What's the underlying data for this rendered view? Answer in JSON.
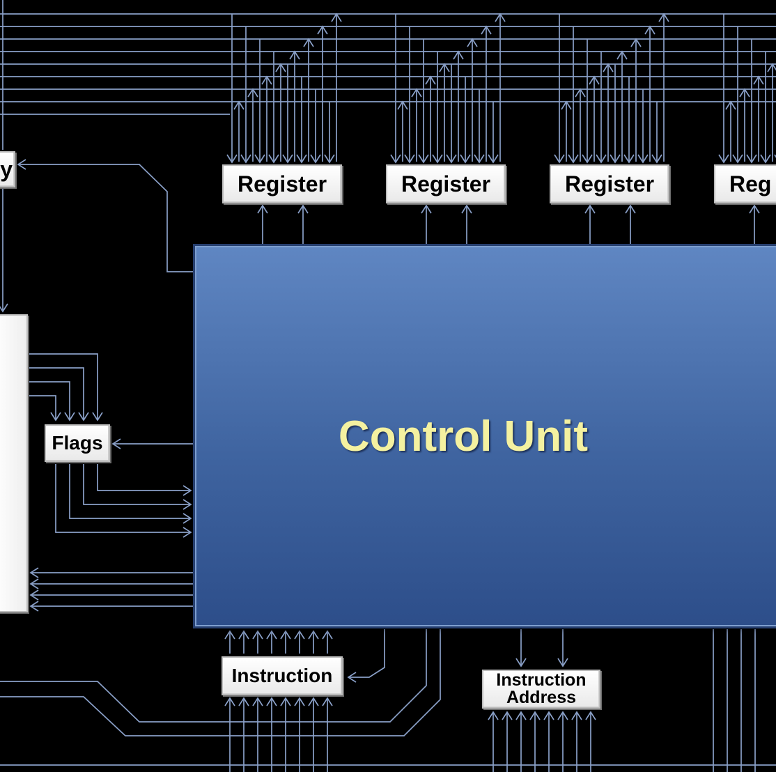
{
  "diagram": {
    "control_unit": {
      "label": "Control Unit"
    },
    "registers": [
      {
        "label": "Register"
      },
      {
        "label": "Register"
      },
      {
        "label": "Register"
      },
      {
        "label": "Reg"
      }
    ],
    "memory_label": "y",
    "flags_label": "Flags",
    "instruction_label": "Instruction",
    "instruction_address_label": {
      "line1": "Instruction",
      "line2": "Address"
    },
    "colors": {
      "background": "#000000",
      "wire": "#8aa0c8",
      "control_unit_fill": "#4a6fac",
      "control_unit_text": "#f4f1a0",
      "box_fill": "#ffffff"
    }
  }
}
